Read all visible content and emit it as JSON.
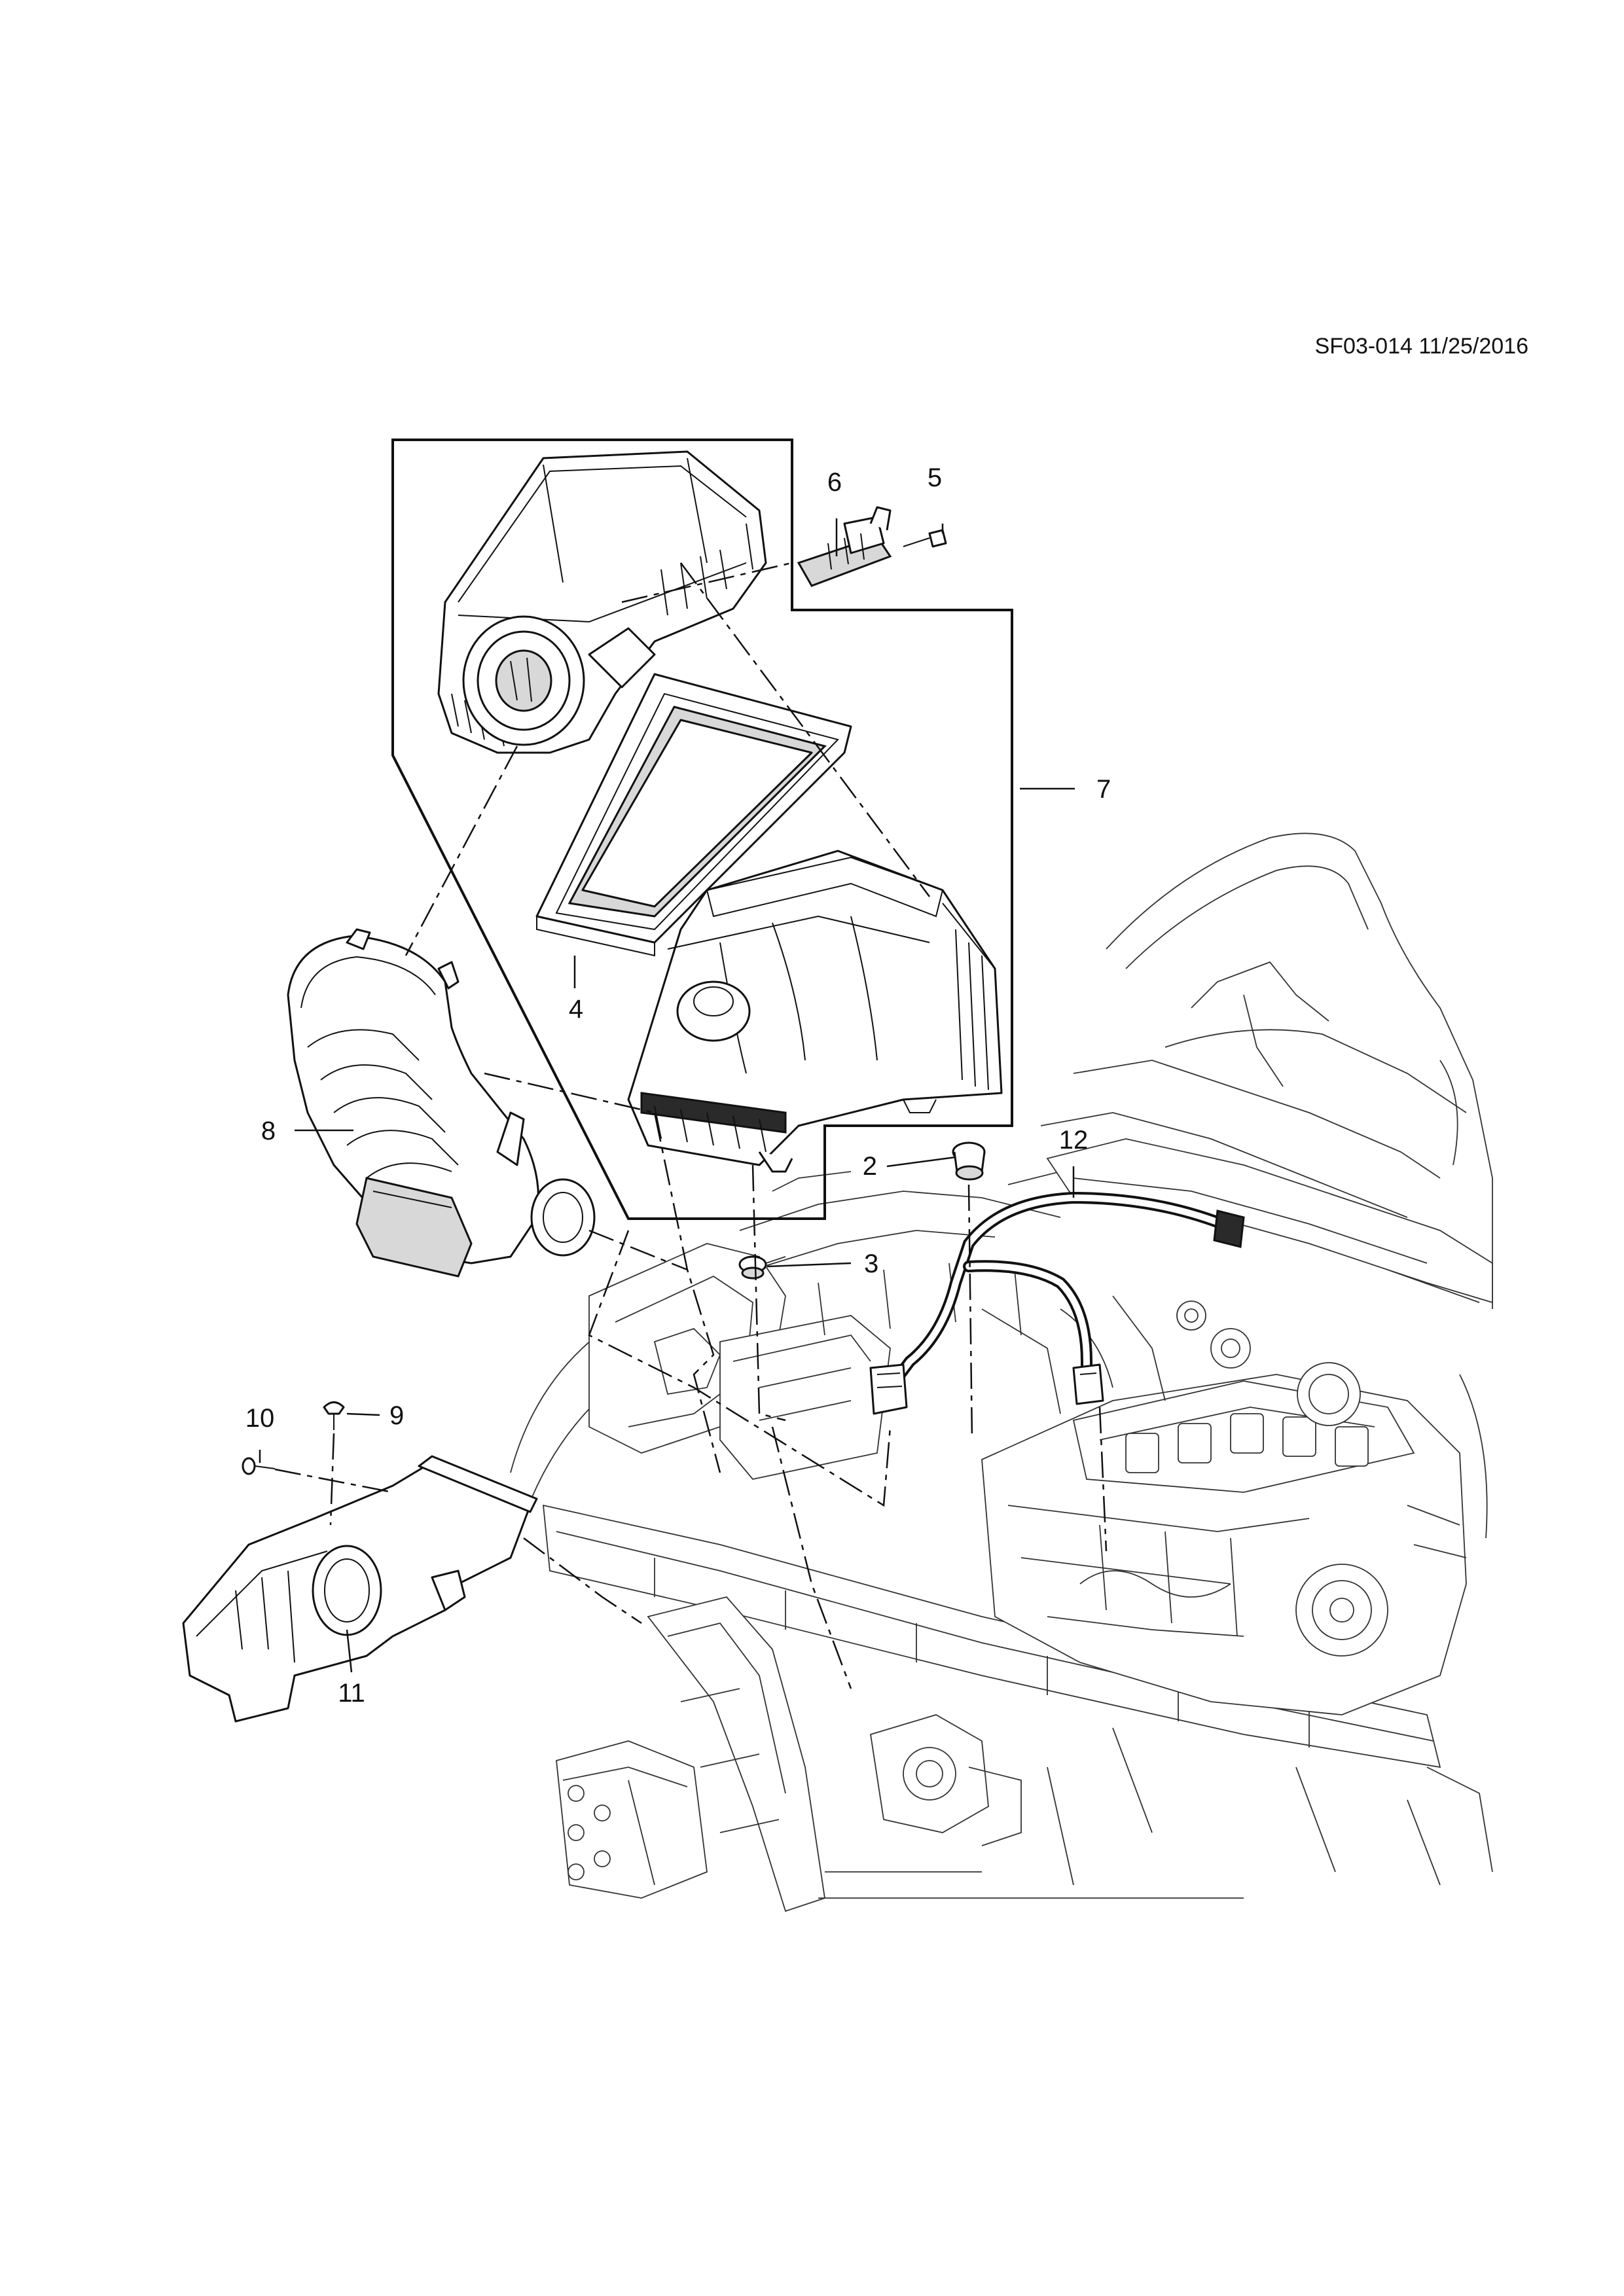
{
  "document": {
    "id_stamp": "SF03-014 11/25/2016"
  },
  "callouts": {
    "c2": "2",
    "c3": "3",
    "c4": "4",
    "c5": "5",
    "c6": "6",
    "c7": "7",
    "c8": "8",
    "c9": "9",
    "c10": "10",
    "c11": "11",
    "c12": "12"
  }
}
